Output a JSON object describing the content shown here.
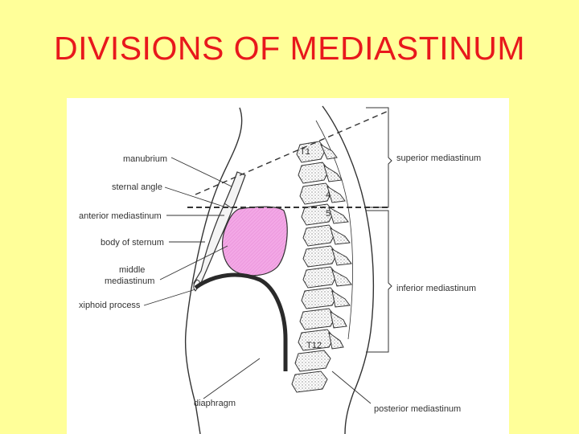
{
  "title": "DIVISIONS OF MEDIASTINUM",
  "diagram": {
    "left_labels": {
      "manubrium": "manubrium",
      "sternal_angle": "sternal angle",
      "anterior_mediastinum": "anterior mediastinum",
      "body_of_sternum": "body of sternum",
      "middle_mediastinum_1": "middle",
      "middle_mediastinum_2": "mediastinum",
      "xiphoid_process": "xiphoid process",
      "diaphragm": "diaphragm"
    },
    "right_labels": {
      "superior_mediastinum": "superior mediastinum",
      "inferior_mediastinum": "inferior mediastinum",
      "posterior_mediastinum": "posterior mediastinum"
    },
    "vertebra_labels": {
      "t1": "T1",
      "t4": "4",
      "t5": "5",
      "t12": "T12"
    },
    "colors": {
      "title": "#E8181C",
      "background": "#FFFF99",
      "middle_mediastinum_fill": "#F0A0E0",
      "line": "#333333"
    }
  }
}
